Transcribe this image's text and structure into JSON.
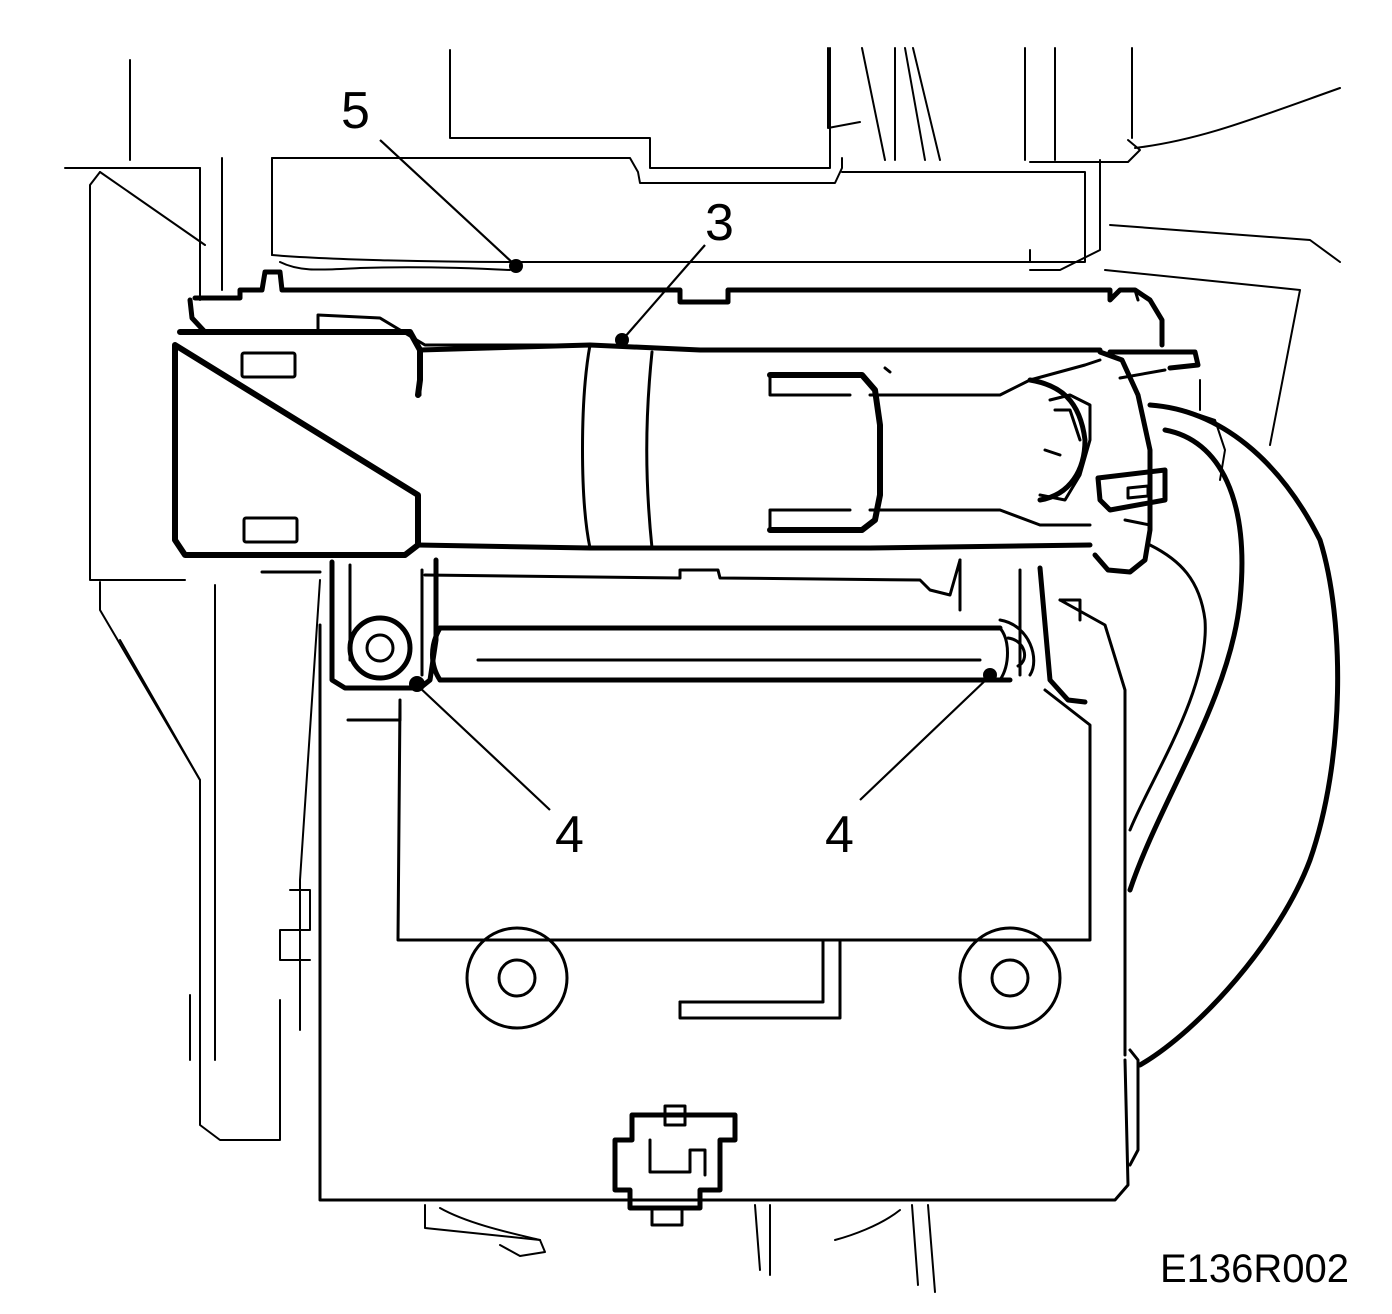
{
  "figure": {
    "id": "E136R002"
  },
  "callouts": [
    {
      "key": "c5",
      "label": "5"
    },
    {
      "key": "c3",
      "label": "3"
    },
    {
      "key": "c4a",
      "label": "4"
    },
    {
      "key": "c4b",
      "label": "4"
    }
  ]
}
